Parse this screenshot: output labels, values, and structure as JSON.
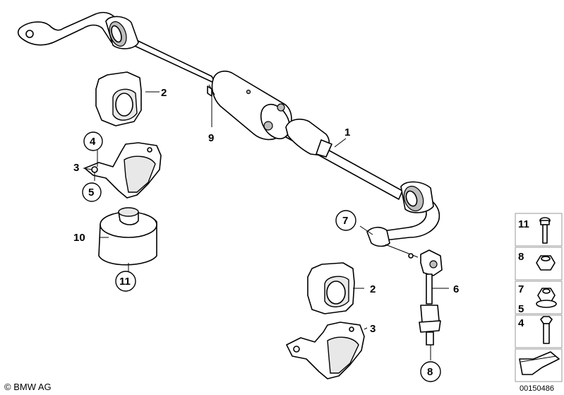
{
  "callouts": {
    "c1": "1",
    "c2_upper": "2",
    "c2_lower": "2",
    "c3_upper": "3",
    "c3_lower": "3",
    "c4": "4",
    "c5": "5",
    "c6": "6",
    "c7": "7",
    "c8": "8",
    "c9": "9",
    "c10": "10",
    "c11": "11"
  },
  "legend": {
    "items": [
      {
        "number": "11",
        "part": "bolt"
      },
      {
        "number": "8",
        "part": "nut"
      },
      {
        "number": "7",
        "part": "collar-nut"
      },
      {
        "number": "5",
        "part": "collar-nut"
      },
      {
        "number": "4",
        "part": "hex-bolt"
      }
    ]
  },
  "footer": {
    "copyright": "© BMW AG",
    "doc_number": "00150486"
  }
}
